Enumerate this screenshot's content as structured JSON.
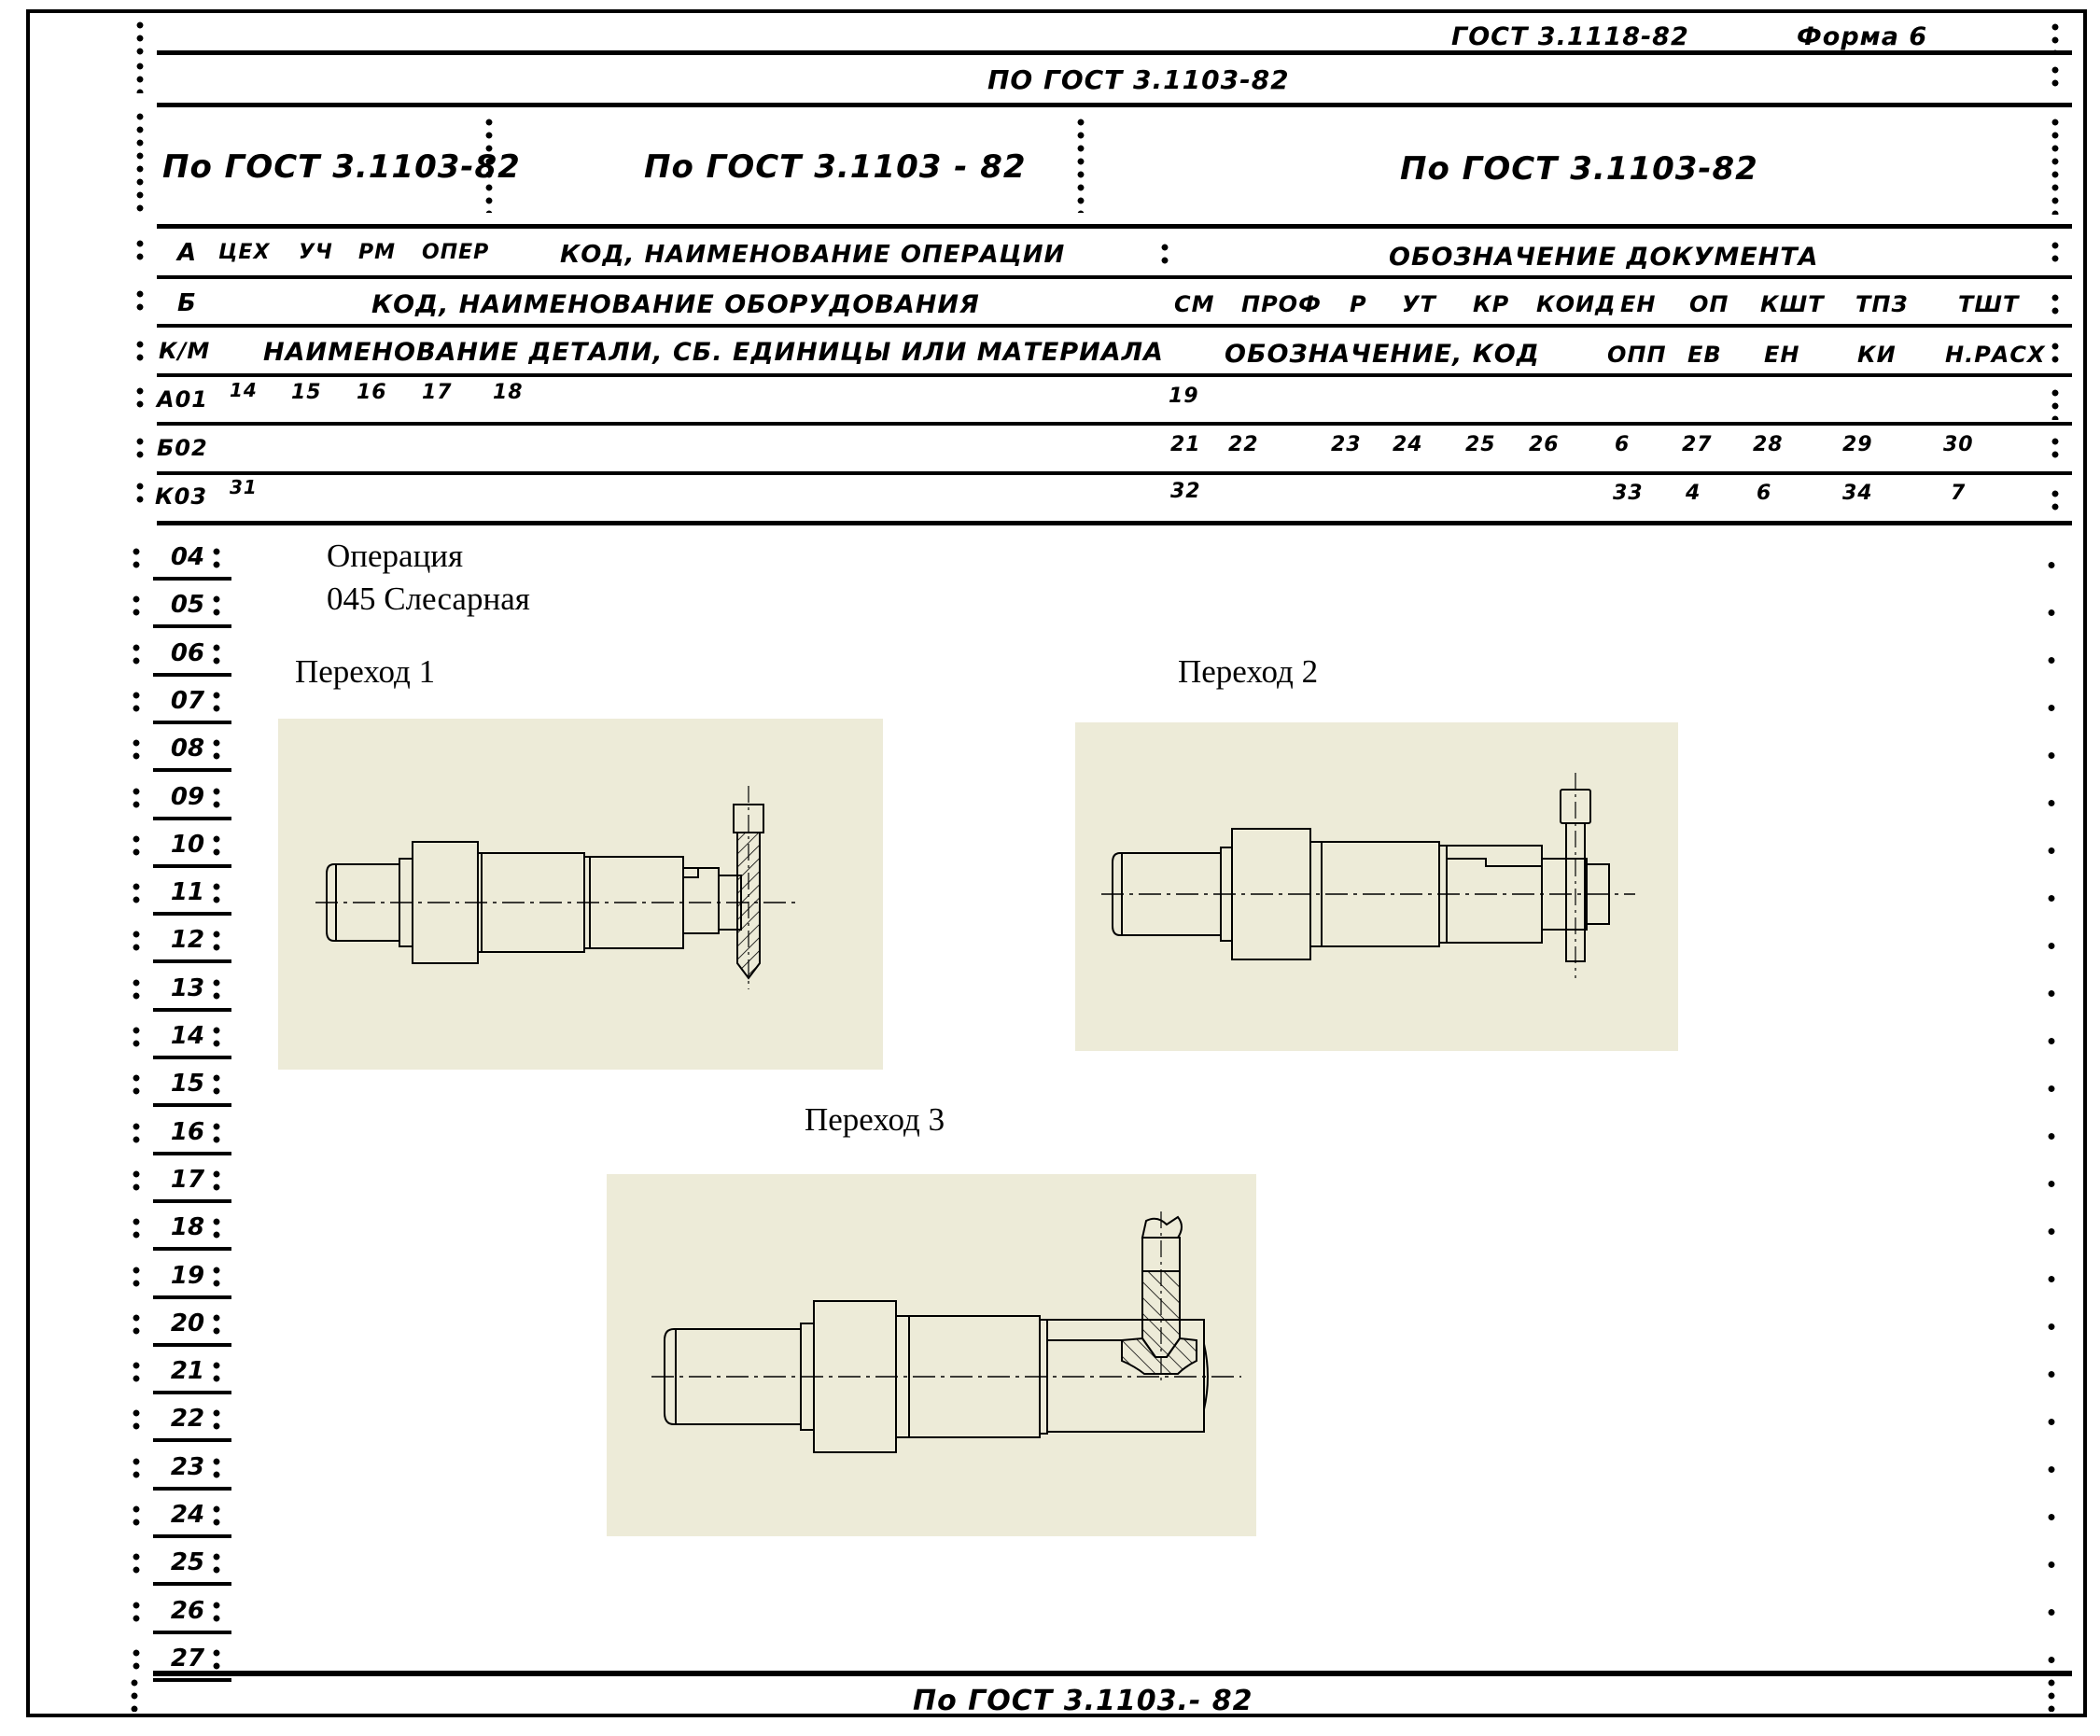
{
  "top": {
    "gost_form": "ГОСТ 3.1118-82",
    "form_label": "Форма 6",
    "by_gost_line": "ПО ГОСТ 3.1103-82",
    "block_left": "По ГОСТ 3.1103-82",
    "block_mid": "По ГОСТ 3.1103 - 82",
    "block_right": "По ГОСТ 3.1103-82"
  },
  "row_a": {
    "letter": "А",
    "c1": "ЦЕХ",
    "c2": "УЧ",
    "c3": "РМ",
    "c4": "ОПЕР",
    "c5": "КОД, НАИМЕНОВАНИЕ ОПЕРАЦИИ",
    "c6": "ОБОЗНАЧЕНИЕ ДОКУМЕНТА"
  },
  "row_b": {
    "letter": "Б",
    "c1": "КОД, НАИМЕНОВАНИЕ ОБОРУДОВАНИЯ",
    "c2": "СМ",
    "c3": "ПРОФ",
    "c4": "Р",
    "c5": "УТ",
    "c6": "КР",
    "c7": "КОИД",
    "c8": "ЕН",
    "c9": "ОП",
    "c10": "КШТ",
    "c11": "ТПЗ",
    "c12": "ТШТ"
  },
  "row_km": {
    "letter": "К/М",
    "c1": "НАИМЕНОВАНИЕ ДЕТАЛИ, СБ. ЕДИНИЦЫ ИЛИ МАТЕРИАЛА",
    "c2": "ОБОЗНАЧЕНИЕ, КОД",
    "c3": "ОПП",
    "c4": "ЕВ",
    "c5": "ЕН",
    "c6": "КИ",
    "c7": "Н.РАСХ"
  },
  "row_a01": {
    "label": "А01",
    "n": [
      "14",
      "15",
      "16",
      "17",
      "18",
      "19"
    ]
  },
  "row_b02": {
    "label": "Б02",
    "n": [
      "21",
      "22",
      "23",
      "24",
      "25",
      "26",
      "6",
      "27",
      "28",
      "29",
      "30"
    ]
  },
  "row_k03": {
    "label": "К03",
    "n": [
      "31",
      "32",
      "33",
      "4",
      "6",
      "34",
      "7"
    ]
  },
  "rows": [
    "04",
    "05",
    "06",
    "07",
    "08",
    "09",
    "10",
    "11",
    "12",
    "13",
    "14",
    "15",
    "16",
    "17",
    "18",
    "19",
    "20",
    "21",
    "22",
    "23",
    "24",
    "25",
    "26",
    "27"
  ],
  "content": {
    "operation_label": "Операция",
    "operation_name": "045 Слесарная",
    "step1": "Переход 1",
    "step2": "Переход 2",
    "step3": "Переход 3"
  },
  "bottom": {
    "by_gost": "По ГОСТ 3.1103.- 82"
  },
  "colors": {
    "panel": "#edebd8",
    "ink": "#000000"
  }
}
